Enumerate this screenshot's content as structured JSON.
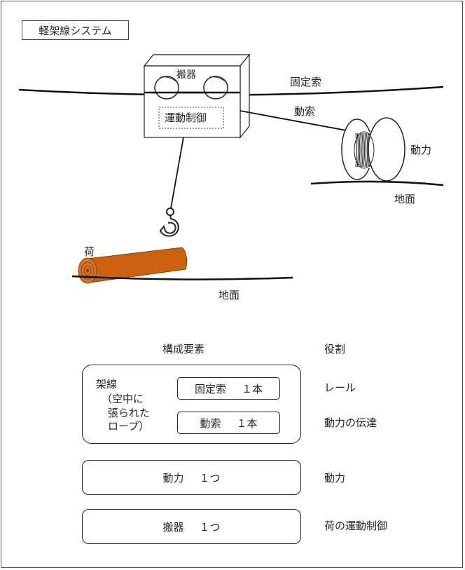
{
  "title": "軽架線システム",
  "diagram": {
    "carriage_label": "搬器",
    "control_label": "運動制御",
    "fixed_rope_label": "固定索",
    "moving_rope_label": "動索",
    "power_label": "動力",
    "ground_right_label": "地面",
    "load_label": "荷",
    "ground_bottom_label": "地面"
  },
  "table": {
    "header_components": "構成要素",
    "header_role": "役割",
    "cable_group": {
      "name": "架線",
      "description_lines": [
        "（空中に",
        "張られた",
        "ロープ）"
      ]
    },
    "rows": [
      {
        "name": "固定索",
        "qty": "１本",
        "role": "レール"
      },
      {
        "name": "動索",
        "qty": "１本",
        "role": "動力の伝達"
      },
      {
        "name": "動力",
        "qty": "１つ",
        "role": "動力"
      },
      {
        "name": "搬器",
        "qty": "１つ",
        "role": "荷の運動制御"
      }
    ]
  },
  "colors": {
    "log_fill": "#CC6210",
    "log_stroke": "#8A4010",
    "line": "#111111"
  }
}
